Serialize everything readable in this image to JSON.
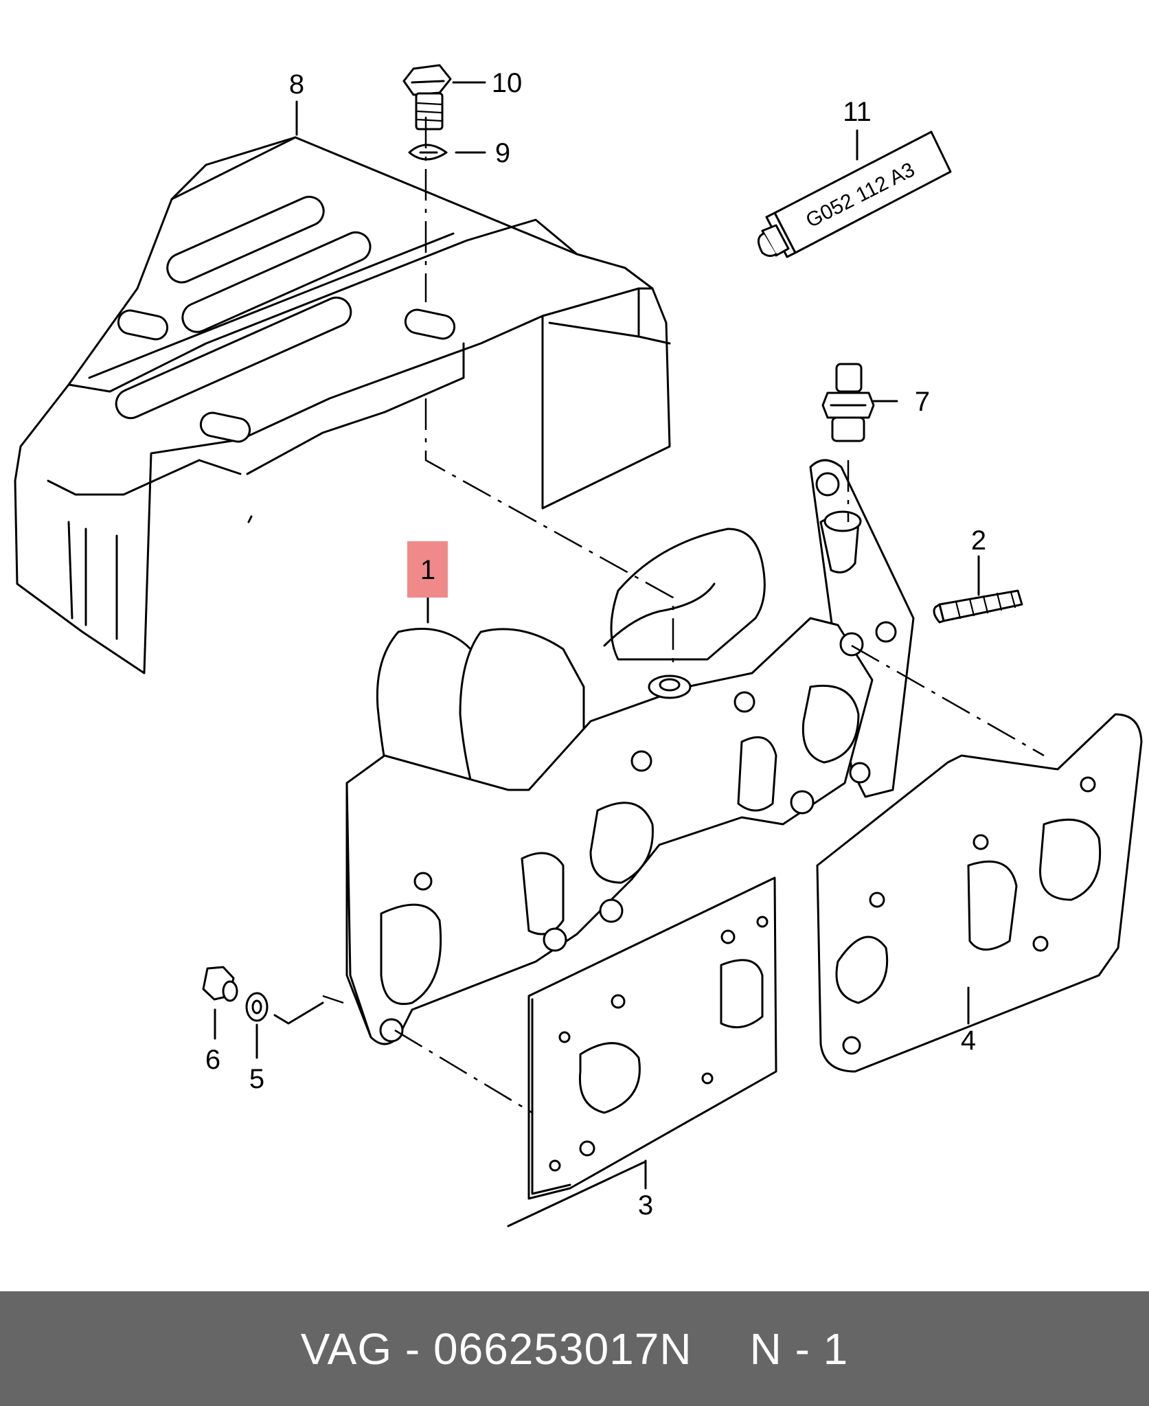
{
  "diagram": {
    "callouts": [
      {
        "id": "1",
        "label": "1",
        "highlighted": true
      },
      {
        "id": "2",
        "label": "2"
      },
      {
        "id": "3",
        "label": "3"
      },
      {
        "id": "4",
        "label": "4"
      },
      {
        "id": "5",
        "label": "5"
      },
      {
        "id": "6",
        "label": "6"
      },
      {
        "id": "7",
        "label": "7"
      },
      {
        "id": "8",
        "label": "8"
      },
      {
        "id": "9",
        "label": "9"
      },
      {
        "id": "10",
        "label": "10"
      },
      {
        "id": "11",
        "label": "11"
      }
    ],
    "sealant_tube_text": "G052  112 A3",
    "highlight_color": "#f08a8a"
  },
  "footer": {
    "part_label": "VAG - 066253017N",
    "position_label": "N - 1",
    "background_color": "#666666",
    "text_color": "#ffffff"
  }
}
